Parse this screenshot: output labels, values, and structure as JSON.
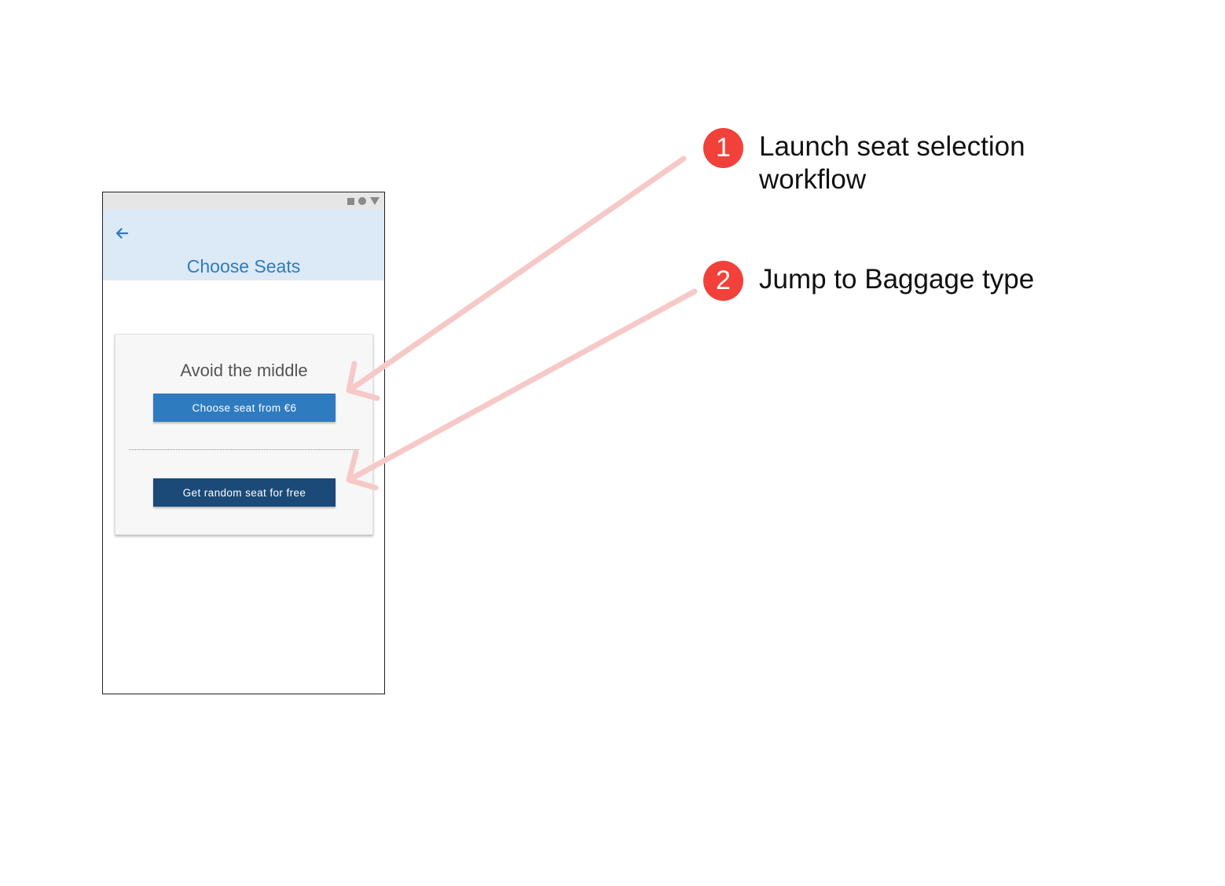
{
  "phone": {
    "status_bar": {
      "icons": [
        "square-icon",
        "circle-icon",
        "triangle-icon"
      ]
    },
    "app_bar": {
      "back_icon": "arrow-left-icon",
      "title": "Choose Seats",
      "background": "#dce9f6",
      "title_color": "#2f7bbf"
    },
    "card": {
      "title": "Avoid the middle",
      "primary_button_label": "Choose seat from €6",
      "secondary_button_label": "Get random seat for free",
      "primary_color": "#2f7bc0",
      "secondary_color": "#1b4a78"
    }
  },
  "annotations": [
    {
      "number": "1",
      "text": "Launch seat selection workflow"
    },
    {
      "number": "2",
      "text": "Jump to Baggage type"
    }
  ],
  "colors": {
    "badge": "#f1413a",
    "arrow": "#f6c9c7"
  }
}
